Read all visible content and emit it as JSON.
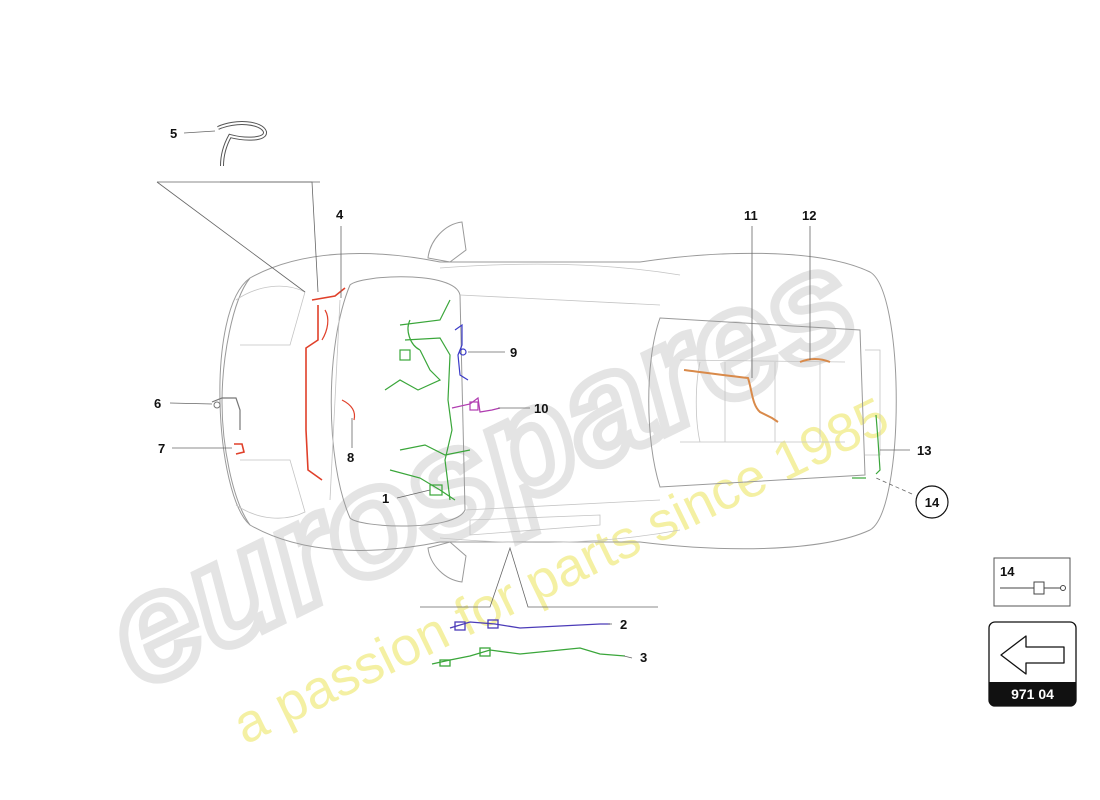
{
  "watermark": {
    "brand": "eurospares",
    "tagline": "a passion for parts since 1985"
  },
  "callouts": {
    "c1": "1",
    "c2": "2",
    "c3": "3",
    "c4": "4",
    "c5": "5",
    "c6": "6",
    "c7": "7",
    "c8": "8",
    "c9": "9",
    "c10": "10",
    "c11": "11",
    "c12": "12",
    "c13": "13",
    "c14": "14"
  },
  "detail_box": {
    "label": "14"
  },
  "nav": {
    "page_ref": "971 04",
    "icon": "arrow-left-icon"
  },
  "colors": {
    "harness_red": "#e0402a",
    "harness_green": "#3aa63a",
    "harness_blue": "#3b3bc8",
    "harness_purple": "#b03cb0",
    "harness_orange": "#d98a4a",
    "watermark_yellow": "#f3ef9a",
    "watermark_grey": "#e4e4e4"
  }
}
